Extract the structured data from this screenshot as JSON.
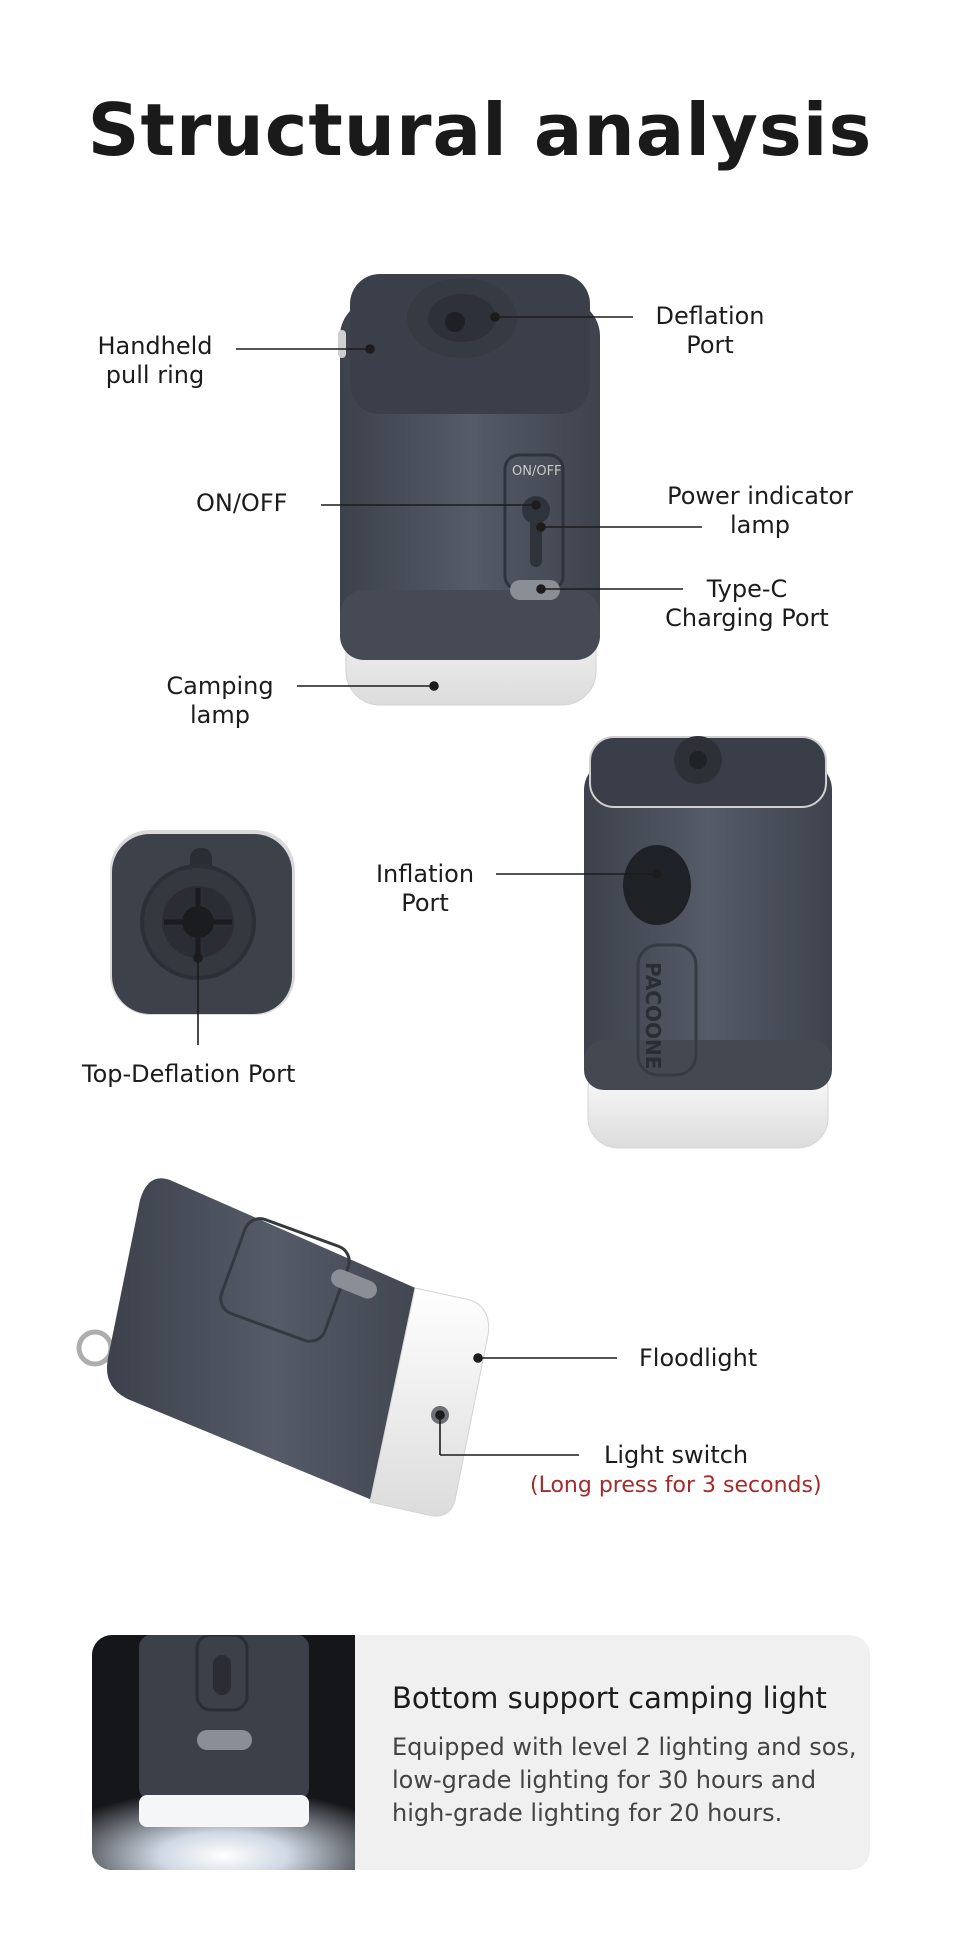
{
  "page_title": "Structural analysis",
  "callouts": {
    "handheld_pull_ring": [
      "Handheld",
      "pull ring"
    ],
    "deflation_port": [
      "Deflation",
      "Port"
    ],
    "on_off": "ON/OFF",
    "power_indicator_lamp": [
      "Power indicator",
      "lamp"
    ],
    "type_c_charging_port": [
      "Type-C",
      "Charging Port"
    ],
    "camping_lamp": [
      "Camping",
      "lamp"
    ],
    "inflation_port": [
      "Inflation",
      "Port"
    ],
    "top_deflation_port": "Top-Deflation Port",
    "floodlight": "Floodlight",
    "light_switch": "Light switch",
    "light_switch_note": "(Long press for 3 seconds)"
  },
  "product_markings": {
    "switch_label": "ON/OFF",
    "brand": "PACOONE"
  },
  "feature_card": {
    "title": "Bottom support camping light",
    "body_lines": [
      "Equipped with level 2 lighting and sos,",
      "low-grade lighting for 30 hours and",
      "high-grade lighting for 20 hours."
    ]
  },
  "colors": {
    "device_body": "#4a4f5a",
    "device_light": "#eeeeee",
    "note_red": "#a52a2a",
    "card_bg": "#f0f0f0"
  }
}
